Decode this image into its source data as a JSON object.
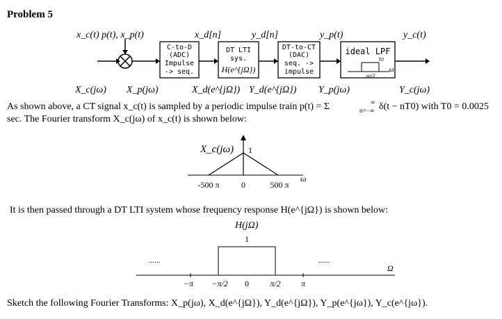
{
  "problem": {
    "title": "Problem 5"
  },
  "block_diagram": {
    "signals_top": [
      "x_c(t)  p(t), x_p(t)",
      "x_d[n]",
      "y_d[n]",
      "y_p(t)",
      "y_c(t)"
    ],
    "blocks": [
      {
        "lines": [
          "C-to-D",
          "(ADC)",
          "Impulse",
          "-> seq."
        ]
      },
      {
        "lines": [
          "DT LTI",
          "sys.",
          "H(e^{jΩ})"
        ]
      },
      {
        "lines": [
          "DT-to-CT",
          "(DAC)",
          "seq. ->",
          "impulse"
        ]
      },
      {
        "lines": [
          "ideal LPF",
          "T0",
          "ωs/2",
          "ω"
        ]
      }
    ],
    "signals_bottom": [
      "X_c(jω)",
      "X_p(jω)",
      "X_d(e^{jΩ})",
      "Y_d(e^{jΩ})",
      "Y_p(jω)",
      "Y_c(jω)"
    ]
  },
  "text": {
    "para1_a": "As shown above, a CT signal x_c(t) is sampled by a periodic impulse train p(t) = Σ",
    "sum_upper": "∞",
    "sum_lower": "n=−∞",
    "para1_b": "δ(t − nT0) with T0 = 0.0025",
    "para2": "sec. The Fourier transform X_c(jω) of x_c(t) is shown below:",
    "para3": "It is then passed through a DT LTI system whose frequency response H(e^{jΩ}) is shown below:",
    "para4": "Sketch the following Fourier Transforms: X_p(jω), X_d(e^{jΩ}), Y_d(e^{jΩ}), Y_p(e^{jω}), Y_c(e^{jω})."
  },
  "plot1": {
    "ylabel": "X_c(jω)",
    "xlabel": "ω",
    "peak_label": "1",
    "ticks": [
      "-500 π",
      "0",
      "500 π"
    ]
  },
  "plot2": {
    "ylabel": "H(jΩ)",
    "xlabel": "Ω",
    "peak_label": "1",
    "dots": "......",
    "ticks": [
      "−π",
      "−π/2",
      "0",
      "π/2",
      "π"
    ]
  }
}
